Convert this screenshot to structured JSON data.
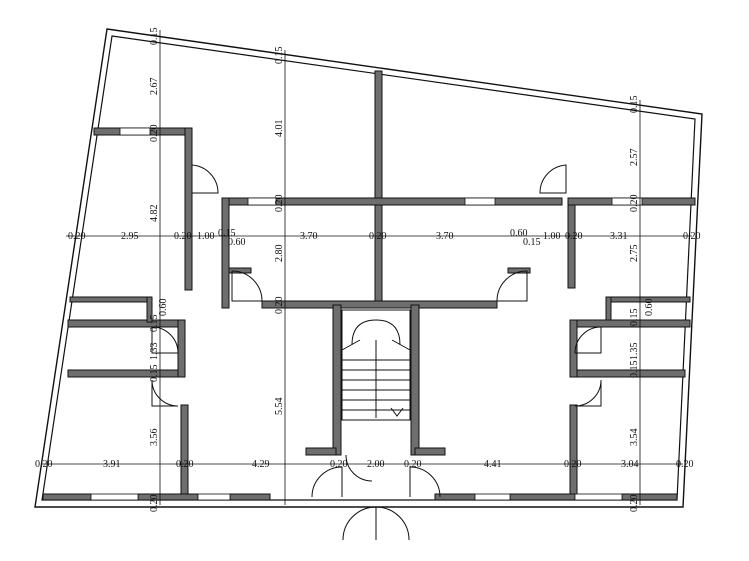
{
  "drawing": {
    "horizontal_dims": {
      "row1": [
        "0.20",
        "2.95",
        "0.20",
        "1.00",
        "0.15",
        "0.60",
        "3.70",
        "0.20",
        "3.70",
        "0.60",
        "0.15",
        "1.00",
        "0.20",
        "3.31",
        "0.20"
      ],
      "row2": [
        "0.20",
        "3.91",
        "0.20",
        "4.29",
        "0.20",
        "2.00",
        "0.20",
        "4.41",
        "0.20",
        "3.04",
        "0.20"
      ]
    },
    "vertical_dims": {
      "left": [
        "0.15",
        "2.67",
        "0.20",
        "4.82",
        "0.60",
        "0.15",
        "1.33",
        "0.15",
        "3.56",
        "0.20"
      ],
      "center": [
        "0.15",
        "4.01",
        "0.20",
        "2.80",
        "0.20",
        "5.54"
      ],
      "right": [
        "0.15",
        "2.57",
        "0.20",
        "2.75",
        "0.60",
        "0.15",
        "1.35",
        "0.15",
        "3.54",
        "0.20"
      ]
    }
  }
}
